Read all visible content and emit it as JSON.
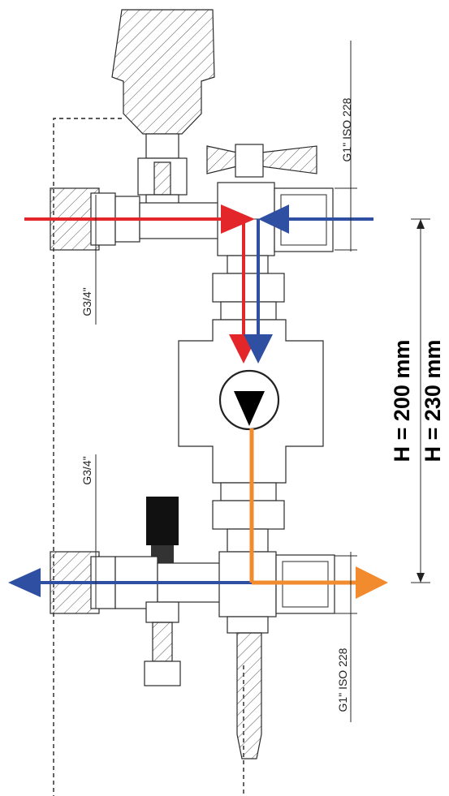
{
  "labels": {
    "thread_top_right": "G1\" ISO 228",
    "thread_top_left": "G3/4\"",
    "thread_bottom_left": "G3/4\"",
    "thread_bottom_right": "G1\" ISO 228",
    "height_1": "H = 200 mm",
    "height_2": "H = 230 mm"
  },
  "colors": {
    "flow_supply": "#e3262a",
    "flow_return": "#2f4fa3",
    "flow_mixed": "#f28a2e",
    "outline": "#2a2a2a",
    "actuator": "#111111"
  },
  "icons": {
    "pump": "pump-symbol-icon"
  }
}
